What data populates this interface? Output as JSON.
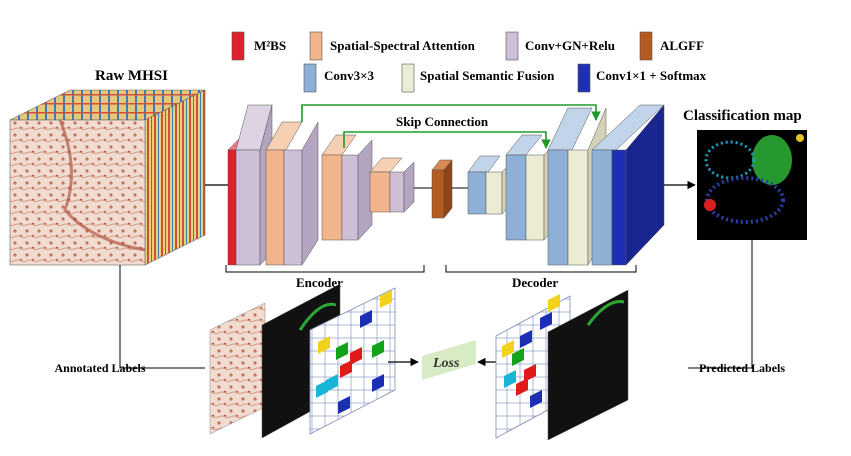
{
  "legend": {
    "items": [
      {
        "label": "M²BS",
        "color": "#e0202a"
      },
      {
        "label": "Spatial-Spectral Attention",
        "color": "#f2b48a"
      },
      {
        "label": "Conv+GN+Relu",
        "color": "#cdbfd6"
      },
      {
        "label": "ALGFF",
        "color": "#b35a1f"
      },
      {
        "label": "Conv3×3",
        "color": "#8fb0d6"
      },
      {
        "label": "Spatial Semantic Fusion",
        "color": "#ecebd4"
      },
      {
        "label": "Conv1×1 + Softmax",
        "color": "#1f2fb4"
      }
    ]
  },
  "labels": {
    "raw": "Raw MHSI",
    "classification": "Classification map",
    "skip": "Skip Connection",
    "encoder": "Encoder",
    "decoder": "Decoder",
    "annotated": "Annotated Labels",
    "predicted": "Predicted Labels",
    "loss": "Loss"
  },
  "colors": {
    "skip_arrow": "#1e9a2a",
    "loss_box": "#d7ecc4"
  }
}
